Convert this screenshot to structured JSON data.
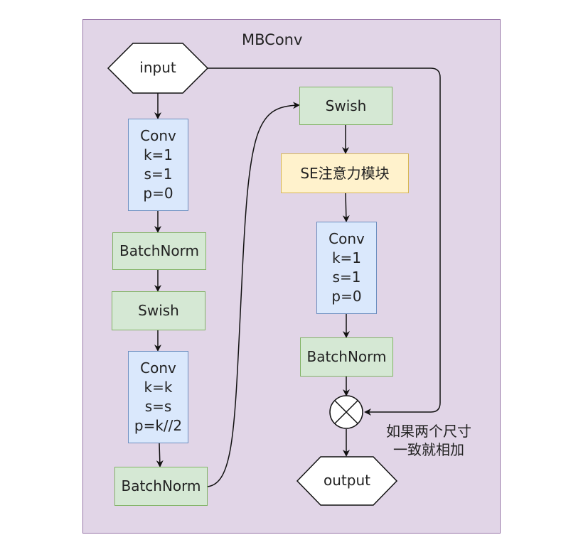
{
  "diagram": {
    "title": "MBConv",
    "input_label": "input",
    "output_label": "output",
    "left_column": {
      "conv1": {
        "name": "Conv",
        "k": "k=1",
        "s": "s=1",
        "p": "p=0"
      },
      "bn1": "BatchNorm",
      "swish1": "Swish",
      "conv2": {
        "name": "Conv",
        "k": "k=k",
        "s": "s=s",
        "p": "p=k//2"
      },
      "bn2": "BatchNorm"
    },
    "right_column": {
      "swish2": "Swish",
      "se": "SE注意力模块",
      "conv3": {
        "name": "Conv",
        "k": "k=1",
        "s": "s=1",
        "p": "p=0"
      },
      "bn3": "BatchNorm"
    },
    "add_note_line1": "如果两个尺寸",
    "add_note_line2": "一致就相加",
    "colors": {
      "container_fill": "#e1d5e7",
      "container_stroke": "#9673a6",
      "green_fill": "#d5e8d4",
      "green_stroke": "#82b366",
      "blue_fill": "#dae8fc",
      "blue_stroke": "#6c8ebf",
      "yellow_fill": "#fff2cc",
      "yellow_stroke": "#d6b656"
    }
  }
}
